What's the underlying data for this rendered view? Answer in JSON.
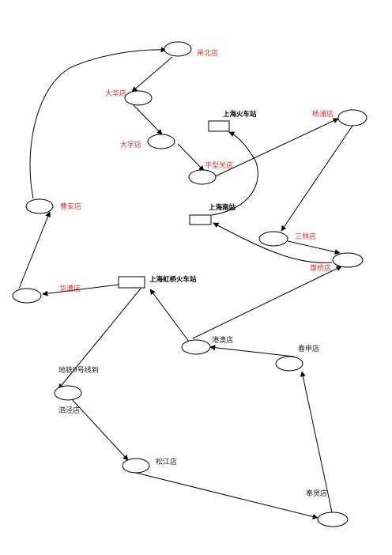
{
  "colors": {
    "store_label": "#e8322b",
    "line": "#000000",
    "text": "#222222"
  },
  "stations": {
    "shanghai_rail": "上海火车站",
    "shanghai_south": "上海南站",
    "hongqiao_rail": "上海虹桥火车站"
  },
  "stores": {
    "zhabei": "闸北店",
    "dahua": "大华店",
    "dayu": "大宇店",
    "pingxingguan": "平型关店",
    "yangpu": "杨浦店",
    "caoan": "曹安店",
    "sanlin": "三林店",
    "kangqiao": "康桥店",
    "huacao": "华漕店",
    "gangao": "港澳店",
    "chunshen": "春申店",
    "sijing": "泗泾店",
    "songjiang": "松江店",
    "fengxian": "奉贤店"
  },
  "notes": {
    "metro_line9": "地铁9号线到"
  }
}
